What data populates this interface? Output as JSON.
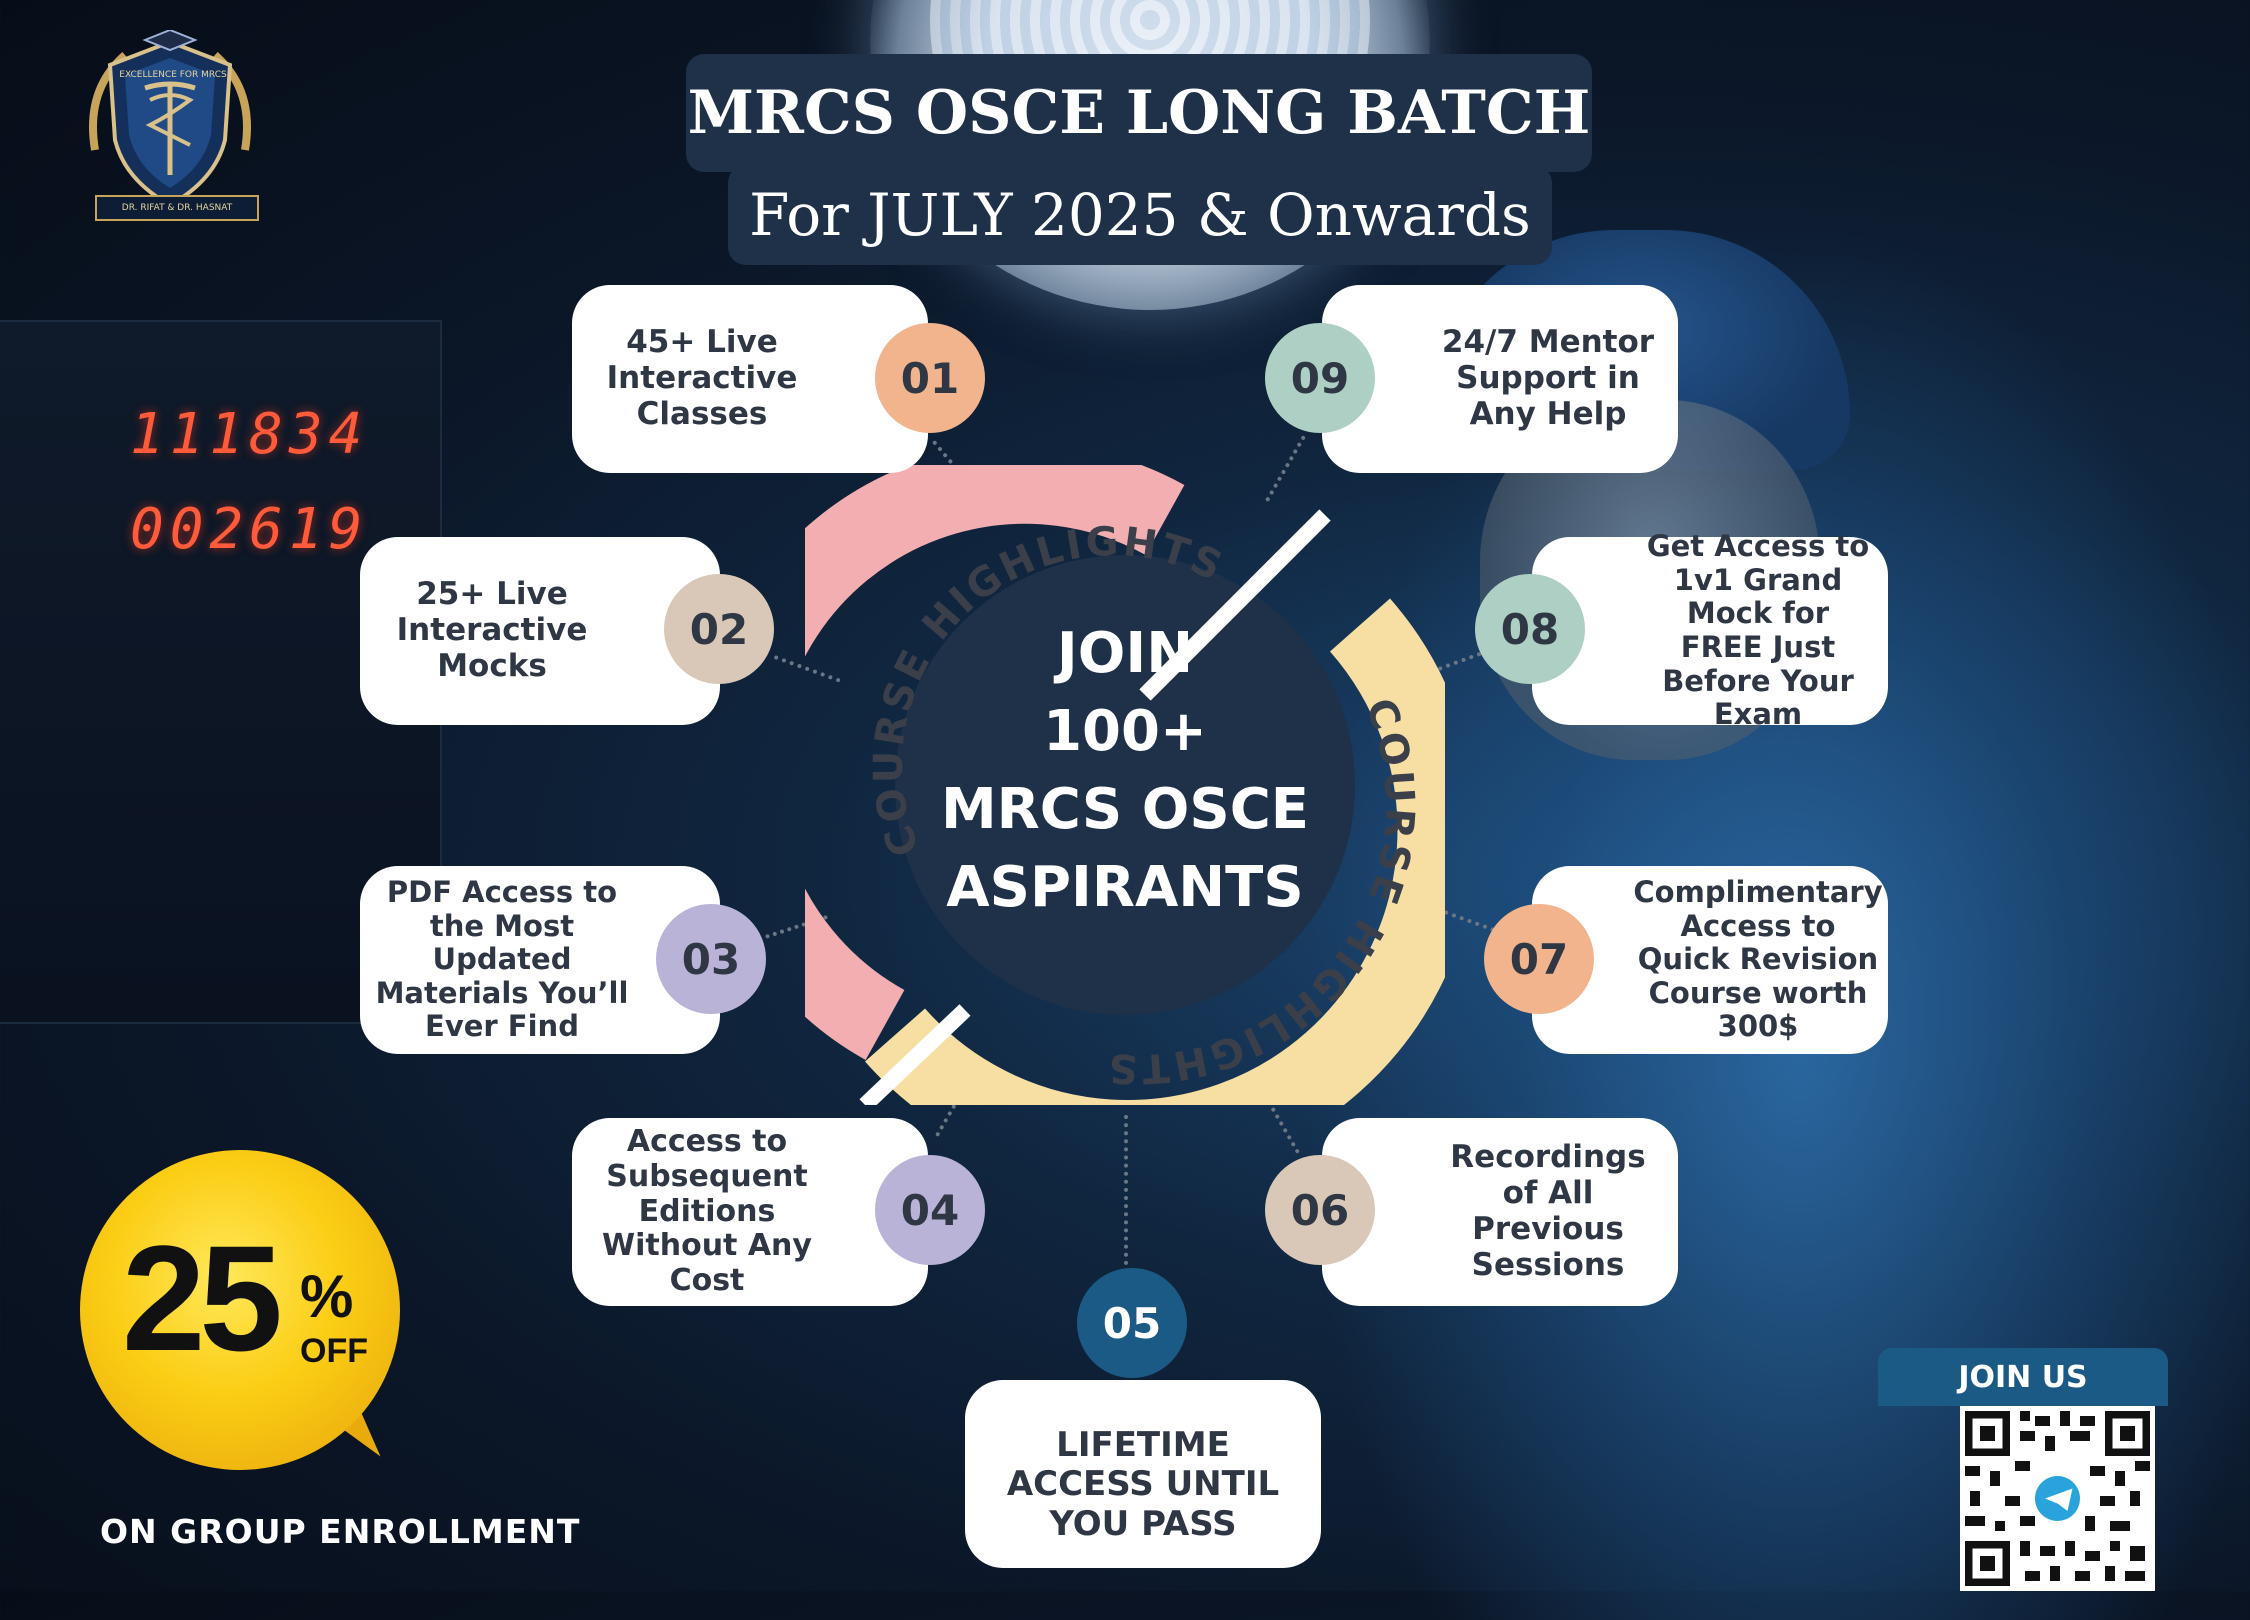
{
  "title": "MRCS OSCE LONG BATCH",
  "subtitle": "For JULY 2025 & Onwards",
  "logo": {
    "top_text": "EXCELLENCE FOR MRCS",
    "bottom_text": "DR. RIFAT & DR. HASNAT"
  },
  "monitor_readouts": [
    "111834",
    "002619"
  ],
  "center": {
    "ring_label": "COURSE HIGHLIGHTS",
    "line1": "JOIN",
    "line2": "100+",
    "line3": "MRCS OSCE",
    "line4": "ASPIRANTS"
  },
  "highlights": [
    {
      "num": "01",
      "text": "45+ Live Interactive Classes",
      "color": "#f1b48c"
    },
    {
      "num": "02",
      "text": "25+ Live Interactive Mocks",
      "color": "#d9c8b8"
    },
    {
      "num": "03",
      "text": "PDF Access to the Most Updated Materials You’ll Ever Find",
      "color": "#b9b3d8"
    },
    {
      "num": "04",
      "text": "Access to Subsequent Editions Without Any Cost",
      "color": "#b9b3d8"
    },
    {
      "num": "05",
      "text": "LIFETIME ACCESS UNTIL YOU PASS",
      "color": "#1c5a86"
    },
    {
      "num": "06",
      "text": "Recordings of All Previous Sessions",
      "color": "#d9c8b8"
    },
    {
      "num": "07",
      "text": "Complimentary Access to Quick Revision Course worth 300$",
      "color": "#f1b48c"
    },
    {
      "num": "08",
      "text": "Get Access to 1v1 Grand Mock for FREE Just Before Your Exam",
      "color": "#aed0c4"
    },
    {
      "num": "09",
      "text": "24/7 Mentor Support in Any Help",
      "color": "#aed0c4"
    }
  ],
  "discount": {
    "value": "25",
    "percent": "%",
    "off": "OFF",
    "note": "ON GROUP ENROLLMENT"
  },
  "join": {
    "label": "JOIN US",
    "qr_icon": "telegram-icon"
  }
}
